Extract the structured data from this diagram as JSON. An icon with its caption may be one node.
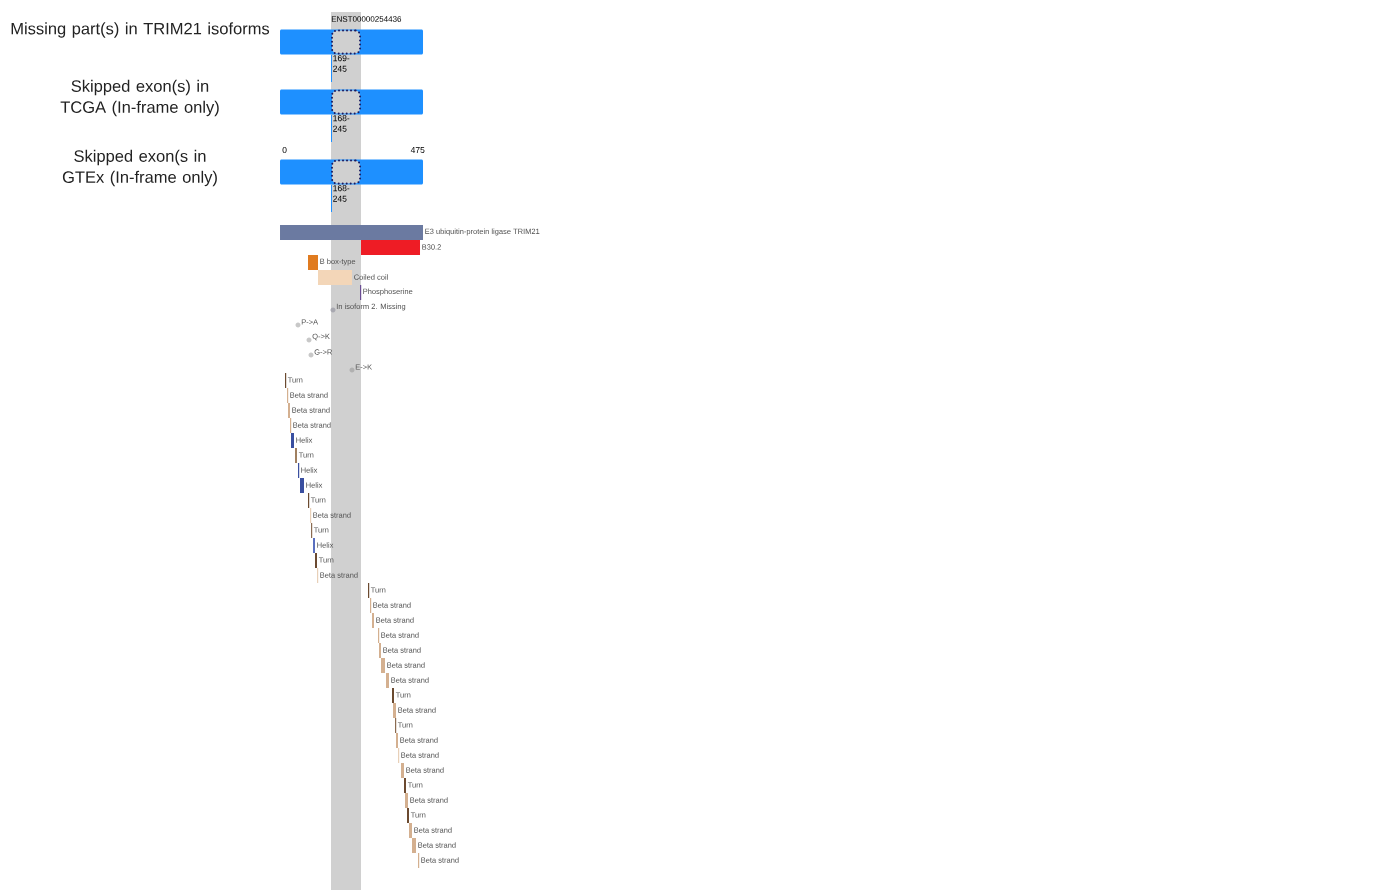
{
  "diagram": {
    "nodes": [
      {
        "text": [],
        "shape": "bar",
        "beside": [
          "Missing part(s) in TRIM21 isoforms",
          "ENST00000254436"
        ]
      },
      {
        "text": [],
        "shape": "box",
        "in": 0,
        "beside": [
          "169-245"
        ]
      },
      {
        "text": [],
        "shape": "bar",
        "beside": [
          "Skipped exon(s) in TCGA (In-frame only)"
        ]
      },
      {
        "text": [],
        "shape": "box",
        "in": 2,
        "beside": [
          "168-245"
        ]
      },
      {
        "text": [],
        "shape": "bar",
        "beside": [
          "Skipped exon(s in GTEx (In-frame only)"
        ]
      },
      {
        "text": [],
        "shape": "box",
        "in": 4,
        "beside": [
          "168-245"
        ]
      },
      {
        "text": [],
        "shape": "bar",
        "beside": [
          "E3 ubiquitin-protein ligase TRIM21"
        ]
      },
      {
        "text": [],
        "shape": "bar",
        "beside": [
          "B30.2"
        ]
      },
      {
        "text": [],
        "shape": "bar",
        "beside": [
          "B box-type"
        ]
      },
      {
        "text": [],
        "shape": "bar",
        "beside": [
          "Coiled coil"
        ]
      },
      {
        "text": [],
        "shape": "bar",
        "beside": [
          "Phosphoserine"
        ]
      },
      {
        "text": [],
        "shape": "circle",
        "beside": [
          "In isoform 2. Missing"
        ]
      },
      {
        "text": [],
        "shape": "circle",
        "beside": [
          "P->A"
        ]
      },
      {
        "text": [],
        "shape": "circle",
        "beside": [
          "Q->K"
        ]
      },
      {
        "text": [],
        "shape": "circle",
        "beside": [
          "G->R"
        ]
      },
      {
        "text": [],
        "shape": "circle",
        "beside": [
          "E->K"
        ]
      },
      {
        "text": [],
        "shape": "bar",
        "beside": [
          "Turn"
        ]
      },
      {
        "text": [],
        "shape": "bar",
        "beside": [
          "Beta strand"
        ]
      },
      {
        "text": [],
        "shape": "bar",
        "beside": [
          "Beta strand"
        ]
      },
      {
        "text": [],
        "shape": "bar",
        "beside": [
          "Beta strand"
        ]
      },
      {
        "text": [],
        "shape": "bar",
        "beside": [
          "Helix"
        ]
      },
      {
        "text": [],
        "shape": "bar",
        "beside": [
          "Turn"
        ]
      },
      {
        "text": [],
        "shape": "bar",
        "beside": [
          "Helix"
        ]
      },
      {
        "text": [],
        "shape": "bar",
        "beside": [
          "Helix"
        ]
      },
      {
        "text": [],
        "shape": "bar",
        "beside": [
          "Turn"
        ]
      },
      {
        "text": [],
        "shape": "bar",
        "beside": [
          "Beta strand"
        ]
      },
      {
        "text": [],
        "shape": "bar",
        "beside": [
          "Turn"
        ]
      },
      {
        "text": [],
        "shape": "bar",
        "beside": [
          "Helix"
        ]
      },
      {
        "text": [],
        "shape": "bar",
        "beside": [
          "Turn"
        ]
      },
      {
        "text": [],
        "shape": "bar",
        "beside": [
          "Beta strand"
        ]
      },
      {
        "text": [],
        "shape": "bar",
        "beside": [
          "Turn"
        ]
      },
      {
        "text": [],
        "shape": "bar",
        "beside": [
          "Beta strand"
        ]
      },
      {
        "text": [],
        "shape": "bar",
        "beside": [
          "Beta strand"
        ]
      },
      {
        "text": [],
        "shape": "bar",
        "beside": [
          "Beta strand"
        ]
      },
      {
        "text": [],
        "shape": "bar",
        "beside": [
          "Beta strand"
        ]
      },
      {
        "text": [],
        "shape": "bar",
        "beside": [
          "Beta strand"
        ]
      },
      {
        "text": [],
        "shape": "bar",
        "beside": [
          "Beta strand"
        ]
      },
      {
        "text": [],
        "shape": "bar",
        "beside": [
          "Turn"
        ]
      },
      {
        "text": [],
        "shape": "bar",
        "beside": [
          "Beta strand"
        ]
      },
      {
        "text": [],
        "shape": "bar",
        "beside": [
          "Turn"
        ]
      },
      {
        "text": [],
        "shape": "bar",
        "beside": [
          "Beta strand"
        ]
      },
      {
        "text": [],
        "shape": "bar",
        "beside": [
          "Beta strand"
        ]
      },
      {
        "text": [],
        "shape": "bar",
        "beside": [
          "Beta strand"
        ]
      },
      {
        "text": [],
        "shape": "bar",
        "beside": [
          "Turn"
        ]
      },
      {
        "text": [],
        "shape": "bar",
        "beside": [
          "Beta strand"
        ]
      },
      {
        "text": [],
        "shape": "bar",
        "beside": [
          "Turn"
        ]
      },
      {
        "text": [],
        "shape": "bar",
        "beside": [
          "Beta strand"
        ]
      },
      {
        "text": [],
        "shape": "bar",
        "beside": [
          "Beta strand"
        ]
      },
      {
        "text": [],
        "shape": "bar",
        "beside": [
          "Beta strand"
        ]
      }
    ],
    "labels": [
      "0",
      "475"
    ]
  }
}
